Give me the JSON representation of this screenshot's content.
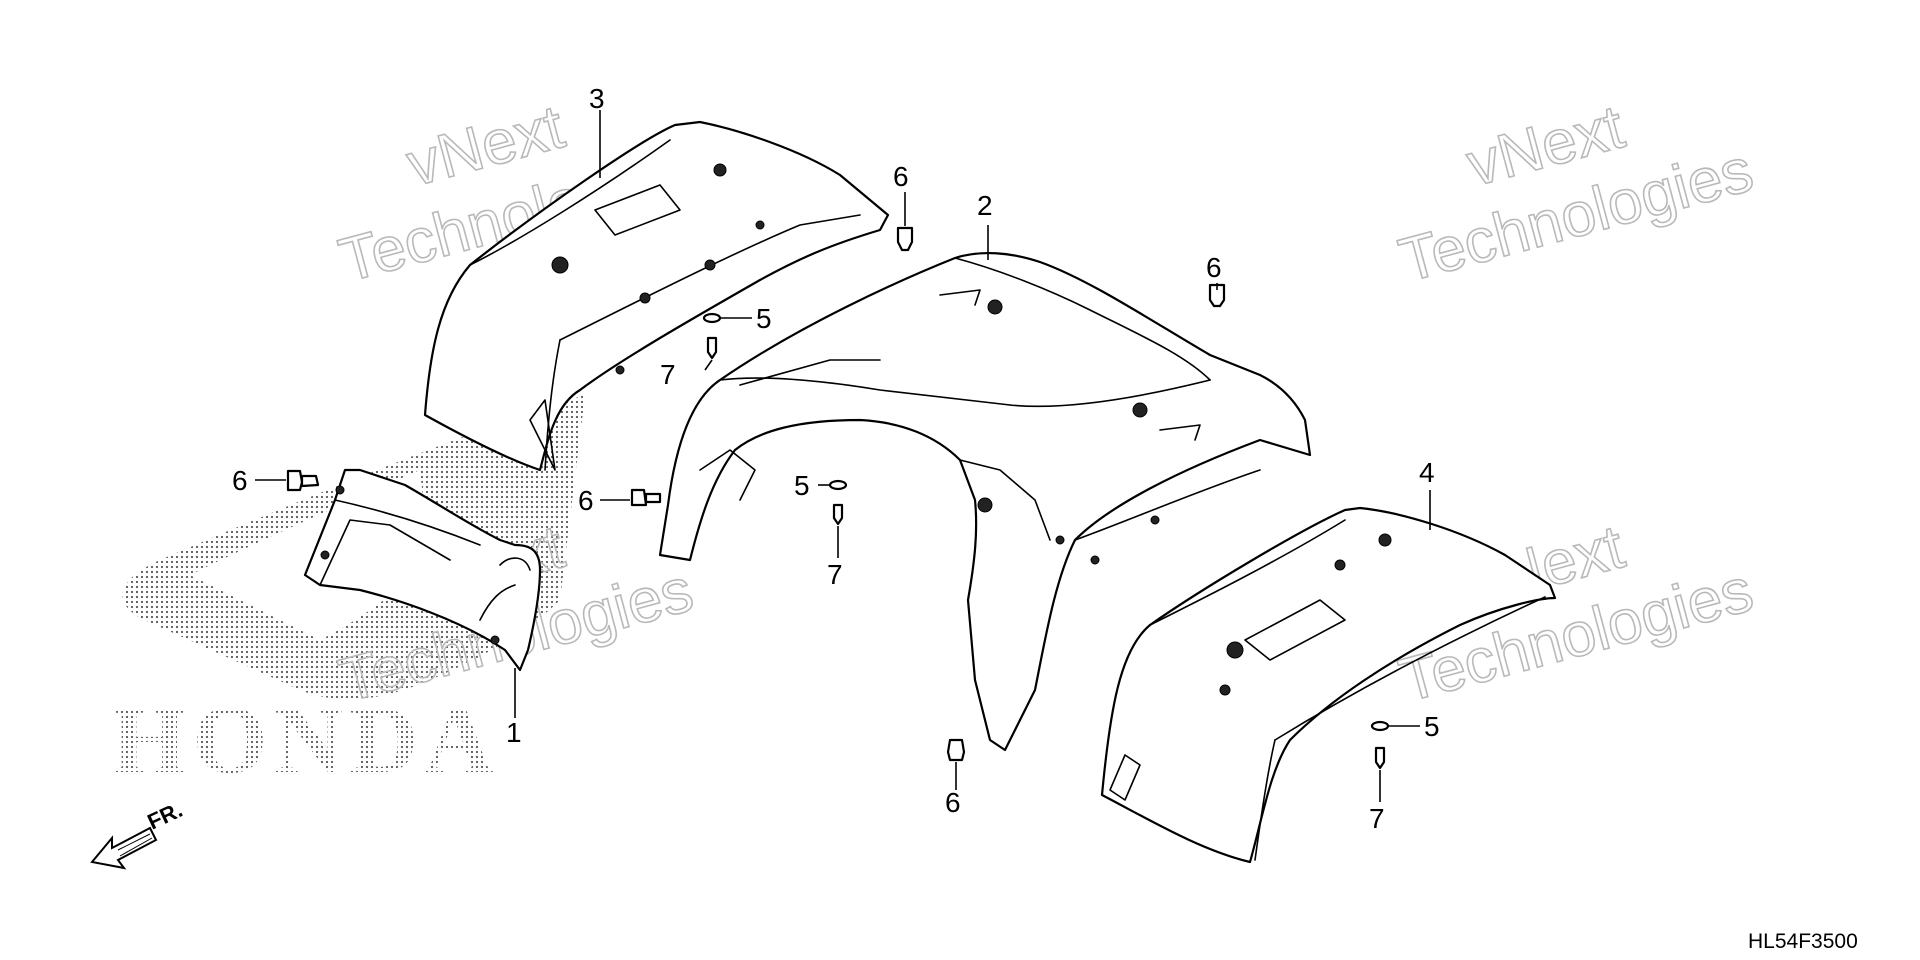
{
  "callouts": {
    "part_1": "1",
    "part_2": "2",
    "part_3": "3",
    "part_4": "4",
    "part_5": "5",
    "part_6": "6",
    "part_7": "7"
  },
  "watermark": {
    "line1": "vNext",
    "line2": "Technologies"
  },
  "brand_mark": "HONDA",
  "direction_label": "FR.",
  "diagram_code": "HL54F3500"
}
